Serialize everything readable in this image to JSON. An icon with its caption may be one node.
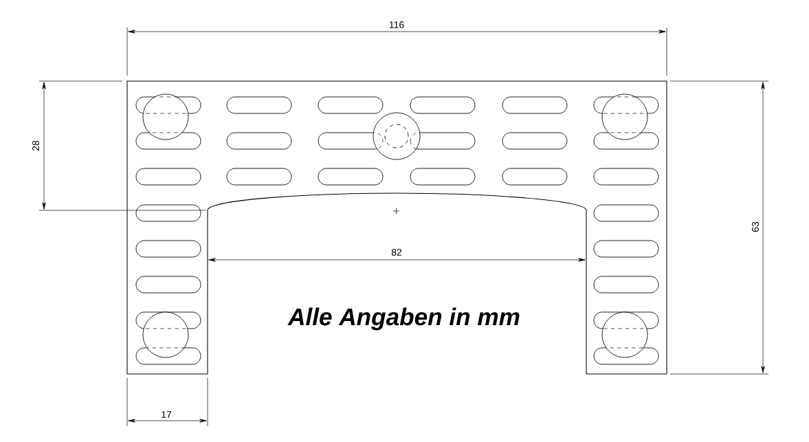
{
  "diagram": {
    "labels": [
      "116",
      "28",
      "63",
      "82",
      "17",
      "Alle Angaben in mm"
    ]
  }
}
